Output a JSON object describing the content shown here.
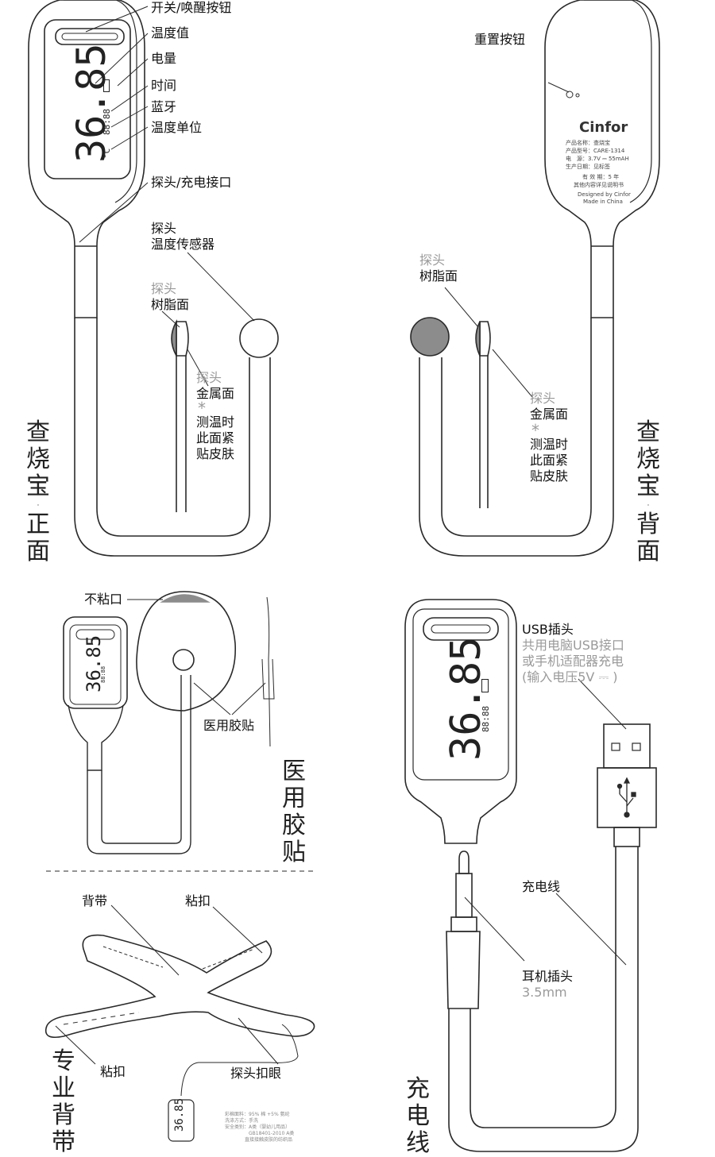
{
  "front": {
    "labels": {
      "power_button": "开关/唤醒按钮",
      "temperature_value": "温度值",
      "battery": "电量",
      "time": "时间",
      "bluetooth": "蓝牙",
      "temp_unit": "温度单位",
      "probe_port": "探头/充电接口",
      "probe_sensor_1": "探头",
      "probe_sensor_2": "温度传感器",
      "resin_gray": "探头",
      "resin": "树脂面",
      "metal_gray": "探头",
      "metal": "金属面",
      "star": "*",
      "skin_1": "测温时",
      "skin_2": "此面紧",
      "skin_3": "贴皮肤"
    },
    "lcd": {
      "temp": "36.85",
      "time": "88:88",
      "unit": "°C"
    },
    "title": [
      "查",
      "烧",
      "宝",
      "·",
      "正",
      "面"
    ]
  },
  "back": {
    "labels": {
      "reset_button": "重置按钮",
      "resin_gray": "探头",
      "resin": "树脂面",
      "metal_gray": "探头",
      "metal": "金属面",
      "star": "*",
      "skin_1": "测温时",
      "skin_2": "此面紧",
      "skin_3": "贴皮肤"
    },
    "brand": "Cinfor",
    "spec_lines": [
      "产品名称：查烧宝",
      "产品型号：CARE-1314",
      "电　源：3.7V ⎓ 55mAH",
      "生产日期：见标签",
      "有 效 期：5 年",
      "其他内容详见说明书",
      "Designed by Cinfor",
      "Made in China"
    ],
    "title": [
      "查",
      "烧",
      "宝",
      "·",
      "背",
      "面"
    ]
  },
  "patch": {
    "labels": {
      "non_stick": "不粘口",
      "medical_patch": "医用胶贴"
    },
    "lcd": {
      "temp": "36.85",
      "time": "88:88"
    },
    "title": [
      "医",
      "用",
      "胶",
      "贴"
    ]
  },
  "charger": {
    "labels": {
      "usb_plug": "USB插头",
      "usb_desc_1": "共用电脑USB接口",
      "usb_desc_2": "或手机适配器充电",
      "usb_desc_3": "(输入电压5V ⎓ )",
      "cable": "充电线",
      "jack": "耳机插头",
      "jack_size": "3.5mm"
    },
    "lcd": {
      "temp": "36.85",
      "time": "88:88"
    },
    "title": [
      "充",
      "电",
      "线"
    ]
  },
  "strap": {
    "labels": {
      "strap": "背带",
      "clasp_top": "粘扣",
      "clasp_bottom": "粘扣",
      "probe_eyelet": "探头扣眼"
    },
    "fabric_lines": [
      "彩棉面料：95% 棉 +5% 氨纶",
      "洗涤方式：手洗",
      "安全类别：A类（婴幼儿用品）",
      "GB18401-2010 A类",
      "直接接触皮肤的纺织品"
    ],
    "lcd": {
      "temp": "36.85"
    },
    "title": [
      "专",
      "业",
      "背",
      "带"
    ]
  },
  "colors": {
    "line": "#2a2a2a",
    "gray_fill": "#8c8c8c",
    "gray_text": "#9a9a9a"
  }
}
